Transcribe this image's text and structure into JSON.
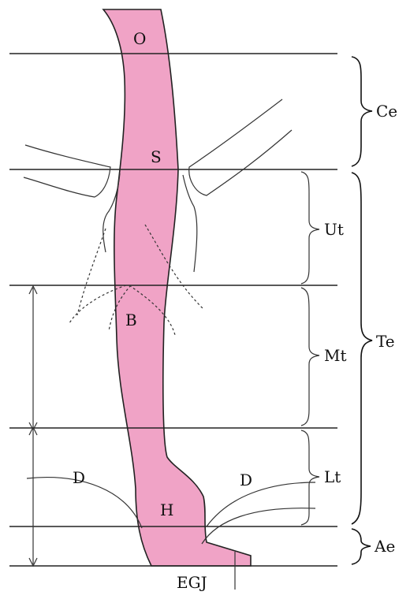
{
  "colors": {
    "esophagus_fill": "#f0a3c6",
    "line": "#222222",
    "background": "#ffffff"
  },
  "points": {
    "O": "O",
    "S": "S",
    "B": "B",
    "H": "H",
    "D_left": "D",
    "D_right": "D",
    "EGJ": "EGJ"
  },
  "regions": {
    "Ce": "Ce",
    "Ut": "Ut",
    "Mt": "Mt",
    "Lt": "Lt",
    "Te": "Te",
    "Ae": "Ae"
  }
}
